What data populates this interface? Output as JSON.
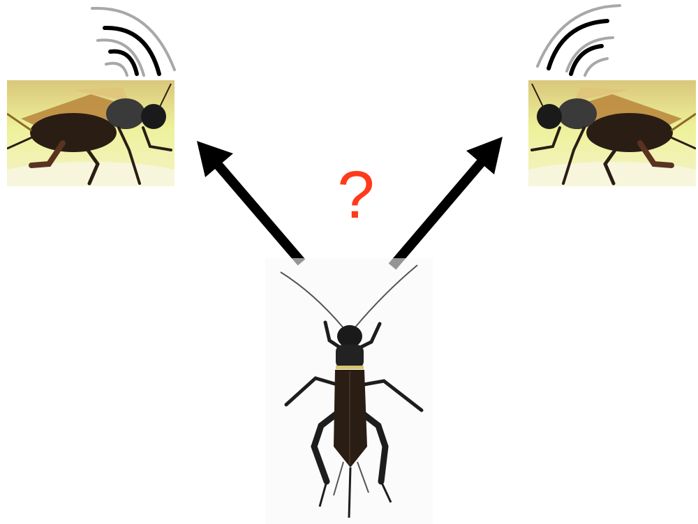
{
  "question_mark": "?",
  "colors": {
    "question": "#ff3a1a",
    "arrow": "#000000",
    "photo_bg": "#e9ee9c",
    "cricket_body": "#2a1d14"
  },
  "icons": {
    "left_speaker": "singing-male-cricket-left",
    "right_speaker": "singing-male-cricket-right",
    "listener": "female-cricket-top-view",
    "sound": "sound-wave-arcs"
  }
}
